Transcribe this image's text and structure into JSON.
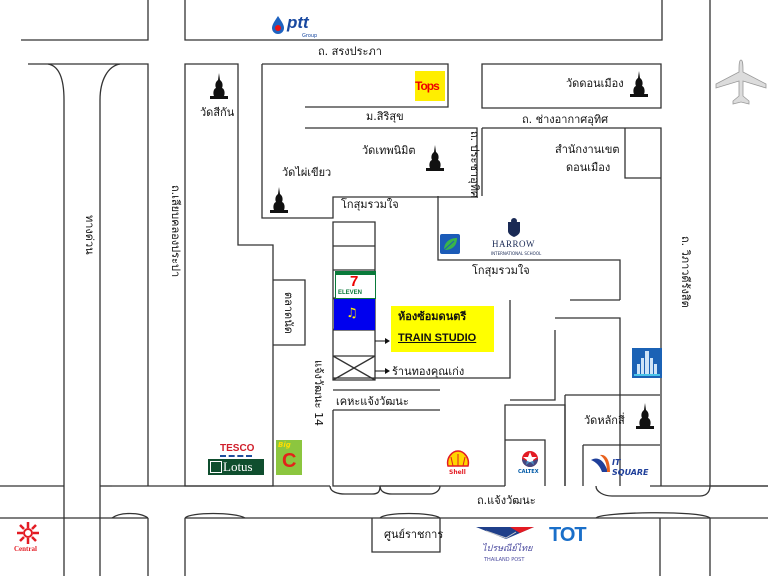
{
  "title": "Train Studio location map",
  "colors": {
    "road_line": "#333333",
    "studio_highlight": "#ffff00",
    "studio_cell": "#0000ee",
    "note_icon": "#ffee00"
  },
  "roads": {
    "songprapa": "ถ. สรงประภา",
    "changakart": "ถ. ช่างอากาศอุทิศ",
    "prachautit": "ถ. ประชาอุทิศ",
    "vibhavadi": "ถ. วิภาวดีรังสิต",
    "liab_khlong": "ถ.เลียบคลองประปา",
    "chaengwattana": "ถ.แจ้งวัฒนะ",
    "chaengwattana14": "แจ้งวัฒนะ 14",
    "tollway": "ทางด่วน",
    "kosumruamjai_1": "โกสุมรวมใจ",
    "kosumruamjai_2": "โกสุมรวมใจ",
    "moo_sirisuk": "ม.สิริสุข",
    "det_chaengwattana": "เคหะแจ้งวัฒนะ"
  },
  "places": {
    "wat_si_kan": "วัดสีกัน",
    "wat_phai_khiao": "วัดไผ่เขียว",
    "wat_thep_nimit": "วัดเทพนิมิต",
    "wat_don_mueang": "วัดดอนเมือง",
    "wat_lak_si": "วัดหลักสี่",
    "district_office": [
      "สำนักงานเขต",
      "ดอนเมือง"
    ],
    "market": "ตลาดนัด",
    "gold_shop": "ร้านทองคุณเก่ง",
    "government_center": "ศูนย์ราชการ"
  },
  "studio": {
    "name_th": "ห้องซ้อมดนตรี",
    "name_en": "TRAIN STUDIO",
    "icon": "music-note-icon"
  },
  "logos": {
    "ptt": "ptt",
    "ptt_sub": "Group",
    "tops": "Tops",
    "harrow": "HARROW",
    "harrow_sub": "INTERNATIONAL SCHOOL",
    "tesco": "TESCO",
    "lotus": "Lotus",
    "bigc": "Big",
    "bigc_letter": "C",
    "shell": "Shell",
    "caltex": "CALTEX",
    "itsquare": "IT SQUARE",
    "central": "Central",
    "thaipost_th": "ไปรษณีย์ไทย",
    "thaipost_en": "THAILAND POST",
    "tot": "TOT",
    "seven_eleven": "7",
    "seven_sub": "ELEVEN"
  }
}
